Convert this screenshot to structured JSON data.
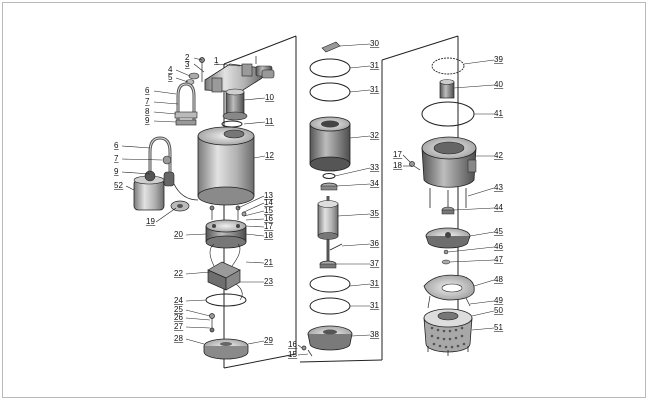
{
  "labels": [
    {
      "id": "l1",
      "text": "1"
    },
    {
      "id": "l2",
      "text": "2"
    },
    {
      "id": "l3",
      "text": "3"
    },
    {
      "id": "l4",
      "text": "4"
    },
    {
      "id": "l5",
      "text": "5"
    },
    {
      "id": "l6a",
      "text": "6"
    },
    {
      "id": "l7a",
      "text": "7"
    },
    {
      "id": "l8",
      "text": "8"
    },
    {
      "id": "l9a",
      "text": "9"
    },
    {
      "id": "l10",
      "text": "10"
    },
    {
      "id": "l11",
      "text": "11"
    },
    {
      "id": "l12",
      "text": "12"
    },
    {
      "id": "l6b",
      "text": "6"
    },
    {
      "id": "l7b",
      "text": "7"
    },
    {
      "id": "l9b",
      "text": "9"
    },
    {
      "id": "l52",
      "text": "52"
    },
    {
      "id": "l13",
      "text": "13"
    },
    {
      "id": "l14",
      "text": "14"
    },
    {
      "id": "l15a",
      "text": "15"
    },
    {
      "id": "l16a",
      "text": "16"
    },
    {
      "id": "l17a",
      "text": "17"
    },
    {
      "id": "l18a",
      "text": "18"
    },
    {
      "id": "l19",
      "text": "19"
    },
    {
      "id": "l20",
      "text": "20"
    },
    {
      "id": "l21",
      "text": "21"
    },
    {
      "id": "l22",
      "text": "22"
    },
    {
      "id": "l23",
      "text": "23"
    },
    {
      "id": "l24",
      "text": "24"
    },
    {
      "id": "l25",
      "text": "25"
    },
    {
      "id": "l26",
      "text": "26"
    },
    {
      "id": "l27",
      "text": "27"
    },
    {
      "id": "l28",
      "text": "28"
    },
    {
      "id": "l29",
      "text": "29"
    },
    {
      "id": "l30",
      "text": "30"
    },
    {
      "id": "l31a",
      "text": "31"
    },
    {
      "id": "l31b",
      "text": "31"
    },
    {
      "id": "l32",
      "text": "32"
    },
    {
      "id": "l33",
      "text": "33"
    },
    {
      "id": "l34",
      "text": "34"
    },
    {
      "id": "l35",
      "text": "35"
    },
    {
      "id": "l36",
      "text": "36"
    },
    {
      "id": "l37",
      "text": "37"
    },
    {
      "id": "l31c",
      "text": "31"
    },
    {
      "id": "l31d",
      "text": "31"
    },
    {
      "id": "l38",
      "text": "38"
    },
    {
      "id": "l16b",
      "text": "16"
    },
    {
      "id": "l15b",
      "text": "15"
    },
    {
      "id": "l39",
      "text": "39"
    },
    {
      "id": "l40",
      "text": "40"
    },
    {
      "id": "l41",
      "text": "41"
    },
    {
      "id": "l17b",
      "text": "17"
    },
    {
      "id": "l18b",
      "text": "18"
    },
    {
      "id": "l42",
      "text": "42"
    },
    {
      "id": "l43",
      "text": "43"
    },
    {
      "id": "l44",
      "text": "44"
    },
    {
      "id": "l45",
      "text": "45"
    },
    {
      "id": "l46",
      "text": "46"
    },
    {
      "id": "l47",
      "text": "47"
    },
    {
      "id": "l48",
      "text": "48"
    },
    {
      "id": "l49",
      "text": "49"
    },
    {
      "id": "l50",
      "text": "50"
    },
    {
      "id": "l51",
      "text": "51"
    }
  ],
  "colors": {
    "metal_light": "#d8d8d8",
    "metal_mid": "#a8a8a8",
    "metal_dark": "#6e6e6e",
    "line": "#222222",
    "frame": "#b9b9b9"
  }
}
